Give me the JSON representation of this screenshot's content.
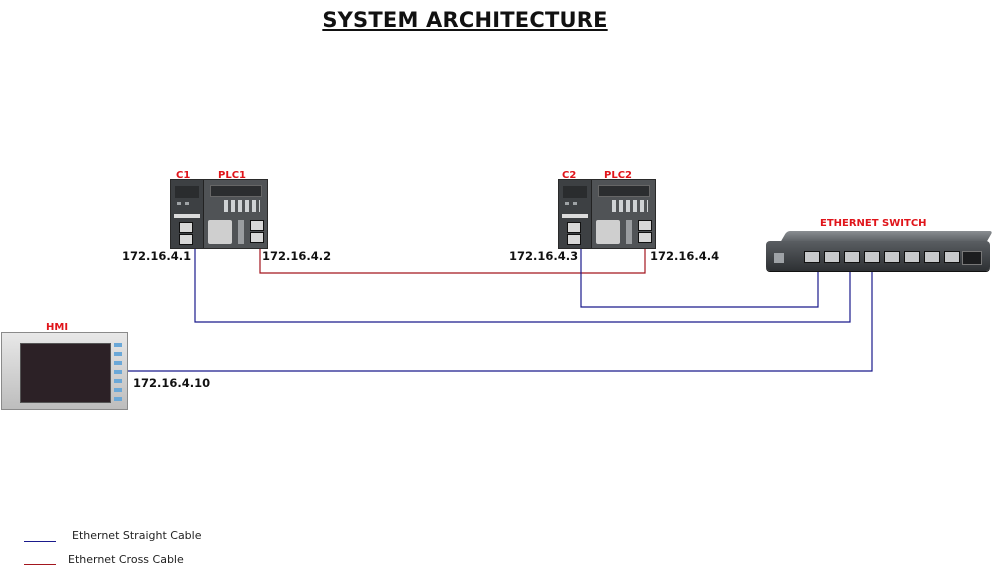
{
  "title": "SYSTEM ARCHITECTURE",
  "colors": {
    "straight": "#1a1a8c",
    "cross": "#a3161e",
    "label_red": "#e0141a"
  },
  "devices": {
    "plc1": {
      "c_label": "C1",
      "plc_label": "PLC1",
      "ip_c": "172.16.4.1",
      "ip_plc": "172.16.4.2"
    },
    "plc2": {
      "c_label": "C2",
      "plc_label": "PLC2",
      "ip_c": "172.16.4.3",
      "ip_plc": "172.16.4.4"
    },
    "hmi": {
      "label": "HMI",
      "ip": "172.16.4.10"
    },
    "switch": {
      "label": "ETHERNET SWITCH",
      "icon": "ethernet-switch-icon"
    }
  },
  "links": [
    {
      "from": "PLC1",
      "to": "PLC2",
      "type": "Ethernet Cross Cable"
    },
    {
      "from": "C1",
      "to": "ETHERNET SWITCH",
      "type": "Ethernet Straight Cable"
    },
    {
      "from": "C2",
      "to": "ETHERNET SWITCH",
      "type": "Ethernet Straight Cable"
    },
    {
      "from": "HMI",
      "to": "ETHERNET SWITCH",
      "type": "Ethernet Straight Cable"
    }
  ],
  "legend": {
    "straight": "Ethernet Straight Cable",
    "cross": "Ethernet Cross Cable"
  }
}
